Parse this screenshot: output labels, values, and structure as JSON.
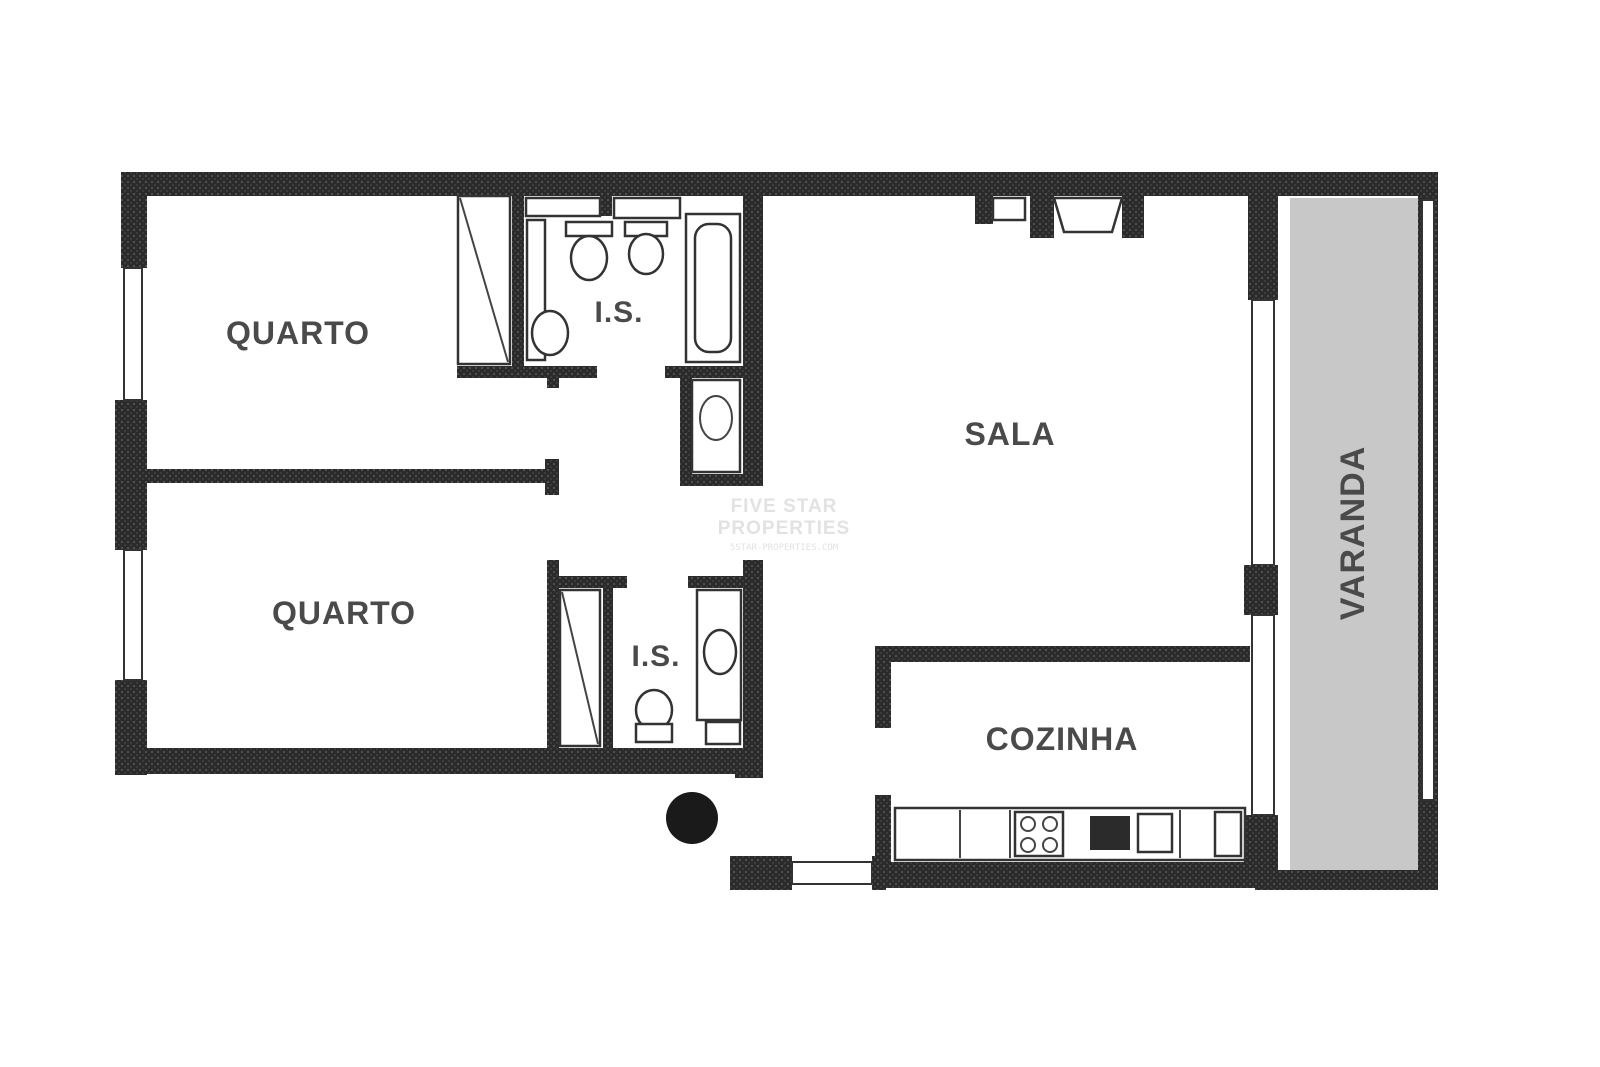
{
  "rooms": {
    "bedroom_1": "QUARTO",
    "bedroom_2": "QUARTO",
    "bathroom_1": "I.S.",
    "bathroom_2": "I.S.",
    "living_room": "SALA",
    "kitchen": "COZINHA",
    "balcony": "VARANDA"
  },
  "watermark": {
    "line1": "FIVE STAR",
    "line2": "PROPERTIES",
    "line3": "5STAR-PROPERTIES.COM"
  },
  "colors": {
    "wall": "#2b2b2b",
    "balcony_fill": "#c8c8c8",
    "label": "#4a4a4a",
    "entrance_marker": "#1a1a1a"
  },
  "icons": {
    "entrance_marker": "entrance-dot-icon"
  }
}
